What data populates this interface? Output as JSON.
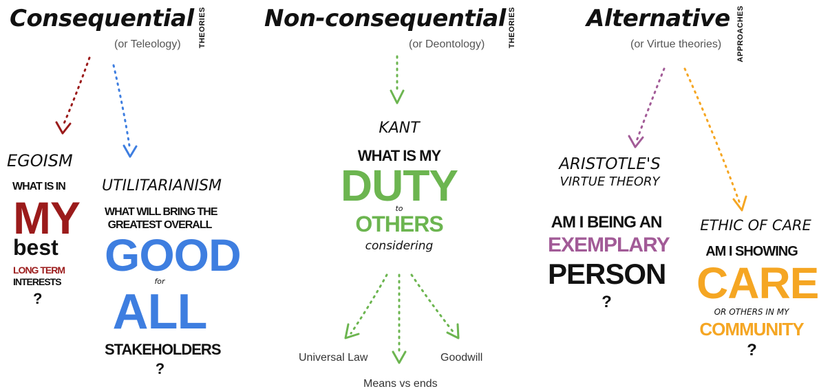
{
  "colors": {
    "egoism": "#9b1b1b",
    "utilitarianism": "#3e7ee0",
    "kant": "#6cb550",
    "aristotle": "#a25b97",
    "care": "#f5a623",
    "text": "#111111",
    "muted": "#555555"
  },
  "consequential": {
    "title": "Consequential",
    "subtitle": "(or Teleology)",
    "side_label": "THEORIES",
    "egoism": {
      "name": "EGOISM",
      "line1": "WHAT IS IN",
      "big": "MY",
      "best": "best",
      "long_term": "LONG TERM",
      "interests": "INTERESTS",
      "q": "?"
    },
    "utilitarianism": {
      "name": "UTILITARIANISM",
      "line1": "WHAT WILL BRING THE",
      "line2": "GREATEST OVERALL",
      "good": "GOOD",
      "for": "for",
      "all": "ALL",
      "stakeholders": "STAKEHOLDERS",
      "q": "?"
    }
  },
  "nonconsequential": {
    "title": "Non-consequential",
    "subtitle": "(or Deontology)",
    "side_label": "THEORIES",
    "kant": {
      "name": "KANT",
      "line1": "WHAT IS MY",
      "duty": "DUTY",
      "to": "to",
      "others": "OTHERS",
      "considering": "considering"
    },
    "branches": {
      "universal_law": "Universal Law",
      "means_vs_ends": "Means vs ends",
      "goodwill": "Goodwill"
    }
  },
  "alternative": {
    "title": "Alternative",
    "subtitle": "(or Virtue theories)",
    "side_label": "APPROACHES",
    "aristotle": {
      "name_line1": "ARISTOTLE'S",
      "name_line2": "VIRTUE THEORY",
      "line1": "AM I BEING AN",
      "exemplary": "EXEMPLARY",
      "person": "PERSON",
      "q": "?"
    },
    "care": {
      "name": "ETHIC OF CARE",
      "line1": "AM I SHOWING",
      "care": "CARE",
      "others": "OR OTHERS IN MY",
      "community": "COMMUNITY",
      "q": "?"
    }
  }
}
